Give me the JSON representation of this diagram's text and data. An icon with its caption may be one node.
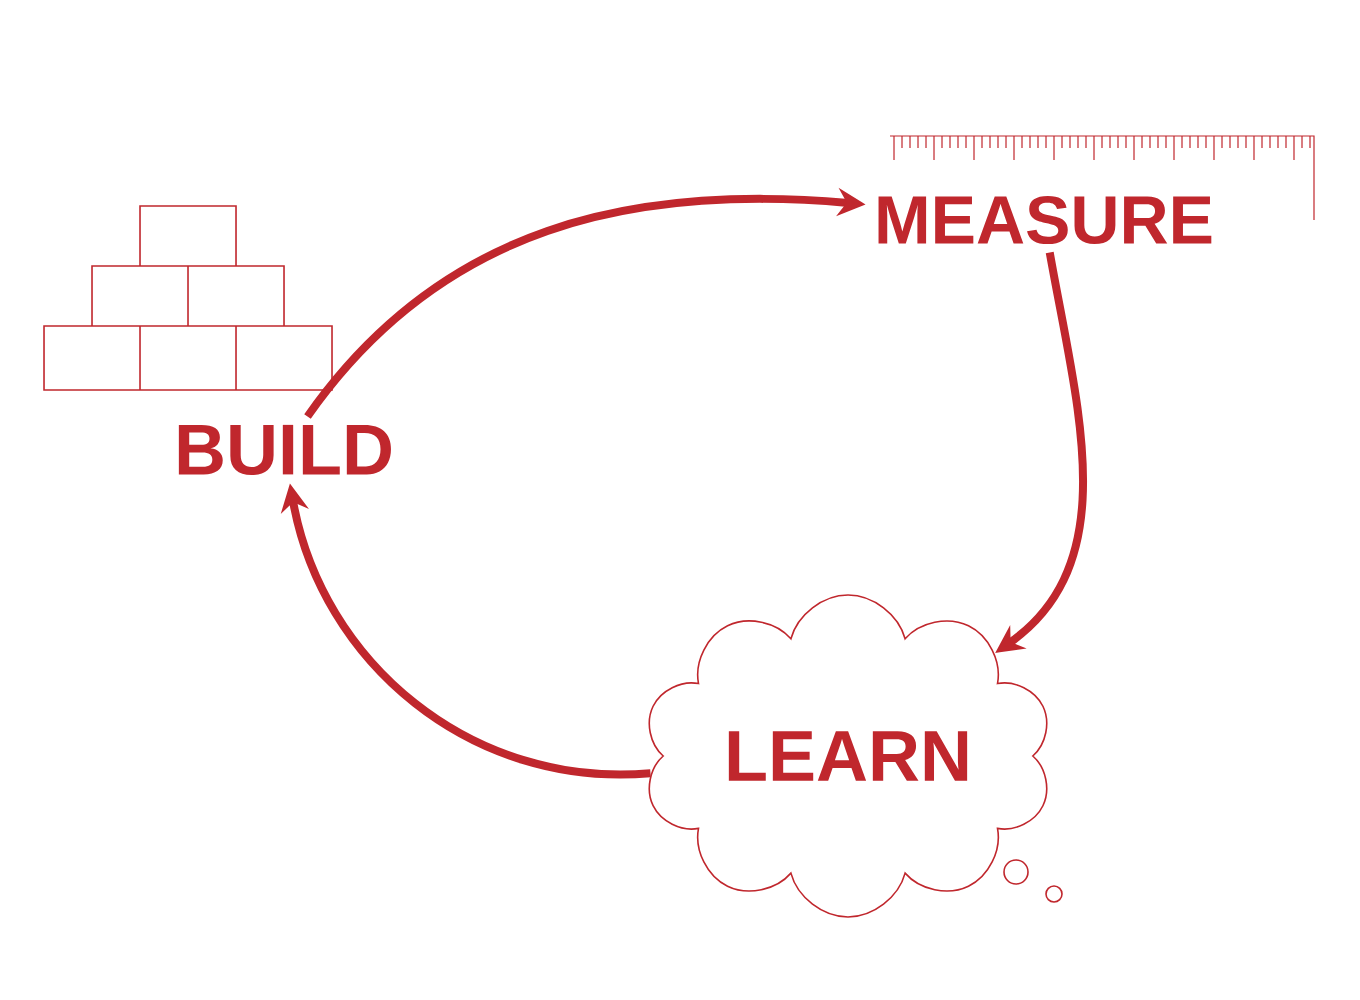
{
  "diagram": {
    "nodes": [
      {
        "text": [
          "BUILD"
        ]
      },
      {
        "text": [
          "MEASURE"
        ]
      },
      {
        "text": [
          "LEARN"
        ]
      }
    ],
    "edges": [
      {
        "from": 0,
        "to": 1,
        "arrow": "to"
      },
      {
        "from": 1,
        "to": 2,
        "arrow": "to"
      },
      {
        "from": 2,
        "to": 0,
        "arrow": "to"
      }
    ]
  }
}
